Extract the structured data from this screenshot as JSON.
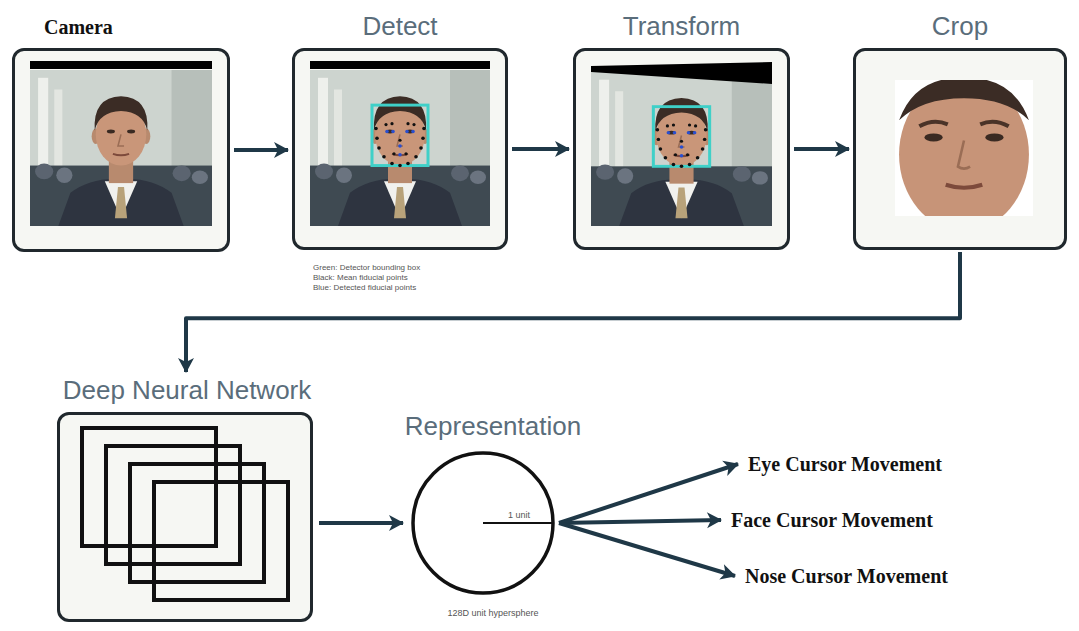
{
  "diagram": {
    "nodes": [
      {
        "text": [
          "Camera"
        ]
      },
      {
        "text": [
          "Detect"
        ]
      },
      {
        "text": [
          "Transform"
        ]
      },
      {
        "text": [
          "Crop"
        ]
      },
      {
        "text": [
          "Deep Neural Network"
        ]
      },
      {
        "text": [
          "Representation",
          "1 unit",
          "128D unit hypersphere"
        ]
      },
      {
        "text": [
          "Eye Cursor Movement"
        ]
      },
      {
        "text": [
          "Face Cursor Movement"
        ]
      },
      {
        "text": [
          "Nose Cursor Movement"
        ]
      }
    ],
    "edges": [
      {
        "from": 0,
        "to": 1,
        "arrow": "to"
      },
      {
        "from": 1,
        "to": 2,
        "arrow": "to"
      },
      {
        "from": 2,
        "to": 3,
        "arrow": "to"
      },
      {
        "from": 3,
        "to": 4,
        "arrow": "to"
      },
      {
        "from": 4,
        "to": 5,
        "arrow": "to"
      },
      {
        "from": 5,
        "to": 6,
        "arrow": "to"
      },
      {
        "from": 5,
        "to": 7,
        "arrow": "to"
      },
      {
        "from": 5,
        "to": 8,
        "arrow": "to"
      }
    ],
    "labels": [
      "Green: Detector bounding box",
      "Black: Mean fiducial points",
      "Blue: Detected fiducial points"
    ]
  }
}
